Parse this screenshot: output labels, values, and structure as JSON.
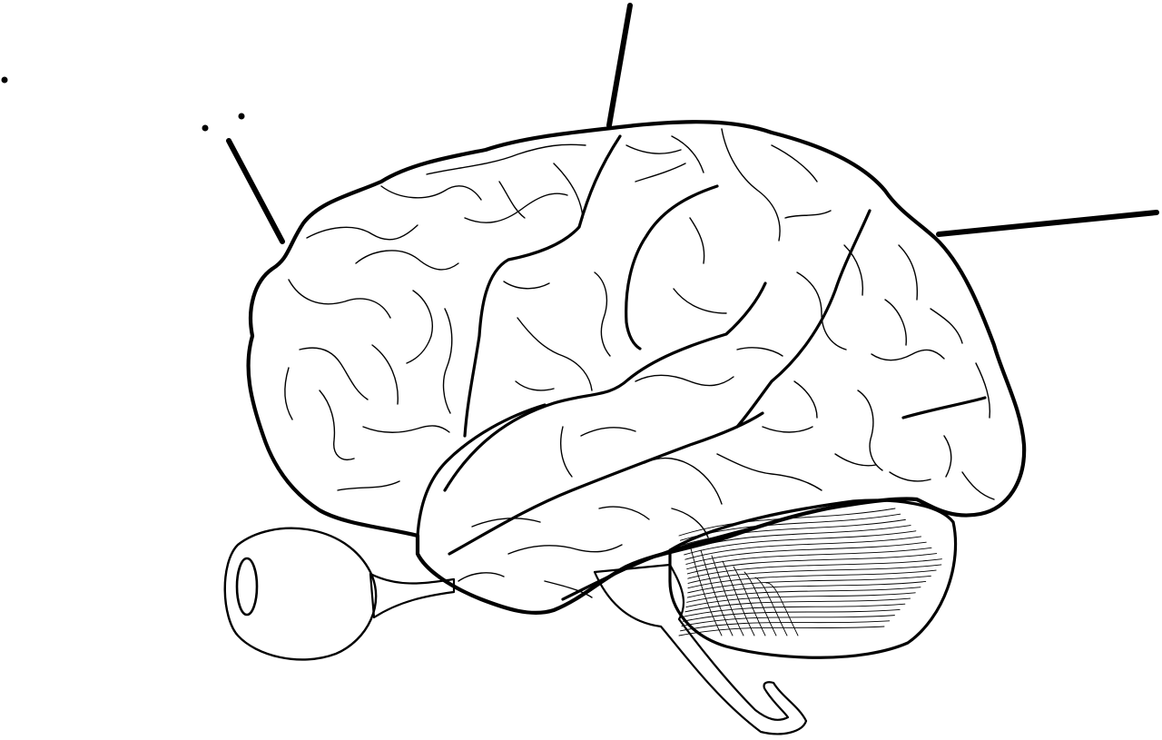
{
  "diagram": {
    "labels": [],
    "colors": {
      "cerebrum_fill": "#fcd5ab",
      "cerebellum_fill": "#f9a8b0",
      "eye_fill": "#c0c0c0",
      "brainstem_fill": "#ffffff",
      "outline": "#000000",
      "background": "#ffffff"
    },
    "parts": [
      {
        "id": "cerebrum",
        "icon": "brain-cerebrum"
      },
      {
        "id": "cerebellum",
        "icon": "brain-cerebellum"
      },
      {
        "id": "brainstem",
        "icon": "brainstem"
      },
      {
        "id": "eye",
        "icon": "eyeball"
      }
    ]
  }
}
